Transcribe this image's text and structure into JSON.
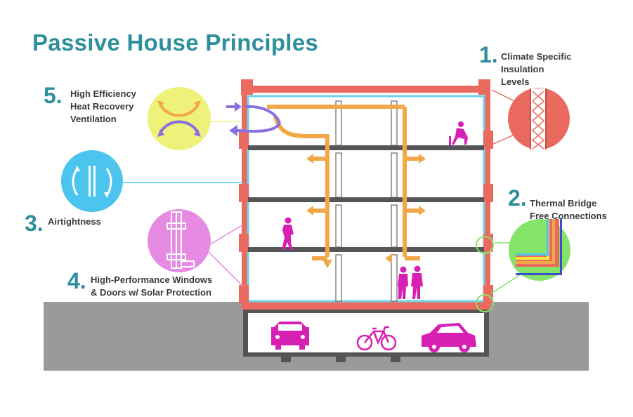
{
  "title": "Passive House Principles",
  "principles": [
    {
      "number": "1.",
      "lines": [
        "Climate Specific",
        "Insulation",
        "Levels"
      ]
    },
    {
      "number": "2.",
      "lines": [
        "Thermal Bridge",
        "Free Connections"
      ]
    },
    {
      "number": "3.",
      "lines": [
        "Airtightness"
      ]
    },
    {
      "number": "4.",
      "lines": [
        "High-Performance Windows",
        "& Doors w/ Solar Protection"
      ]
    },
    {
      "number": "5.",
      "lines": [
        "High Efficiency",
        "Heat Recovery",
        "Ventilation"
      ]
    }
  ],
  "icons": {
    "insulation": "insulation-wall-section-icon",
    "thermal_bridge": "thermal-bridge-corner-icon",
    "airtightness": "airtight-seal-icon",
    "window": "window-section-icon",
    "ventilation": "heat-recovery-arrows-icon"
  },
  "colors": {
    "accent": "#2e8f9c",
    "wall": "#ea6a60",
    "duct": "#f0a848",
    "people": "#d81fb4",
    "ground": "#9a9a9a",
    "airtight_line": "#6fd1ea",
    "ventilation_circle": "#eef27a",
    "airtightness_circle": "#4cc5ee",
    "window_circle": "#e78ae3",
    "thermal_circle": "#86e36a"
  }
}
